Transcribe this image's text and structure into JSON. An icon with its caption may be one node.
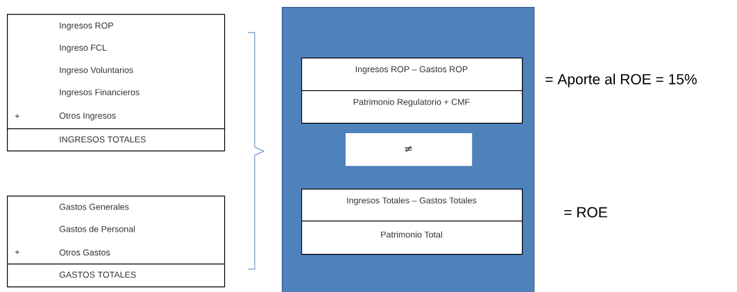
{
  "diagram": {
    "nodes": [
      {
        "text": [
          "Ingresos ROP",
          "Ingreso FCL",
          "Ingreso Voluntarios",
          "Ingresos Financieros",
          "+",
          "Otros Ingresos"
        ]
      },
      {
        "text": [
          "INGRESOS TOTALES"
        ]
      },
      {
        "text": [
          "Gastos Generales",
          "Gastos de Personal",
          "+",
          "Otros  Gastos"
        ]
      },
      {
        "text": [
          "GASTOS TOTALES"
        ]
      },
      {
        "text": [],
        "shape": "box"
      },
      {
        "text": [
          "Ingresos ROP  – Gastos ROP"
        ],
        "in": 4
      },
      {
        "text": [
          "Patrimonio Regulatorio + CMF"
        ],
        "in": 4
      },
      {
        "text": [
          "≠"
        ],
        "in": 4
      },
      {
        "text": [
          "Ingresos Totales – Gastos Totales"
        ],
        "in": 4
      },
      {
        "text": [
          "Patrimonio Total"
        ],
        "in": 4
      }
    ],
    "labels": [
      "= Aporte al ROE = 15%",
      "= ROE"
    ]
  }
}
